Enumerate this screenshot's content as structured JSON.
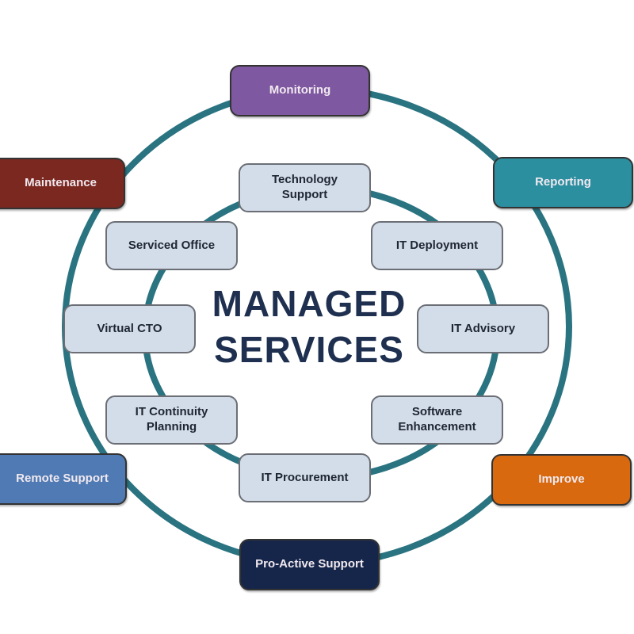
{
  "title": {
    "line1": "MANAGED",
    "line2": "SERVICES"
  },
  "colors": {
    "ring": "#2a7380",
    "inner_box": "#d3dce9"
  },
  "outer_items": [
    {
      "label": "Monitoring",
      "color": "#7e58a0"
    },
    {
      "label": "Reporting",
      "color": "#2c8fa0"
    },
    {
      "label": "Improve",
      "color": "#d8690f"
    },
    {
      "label": "Pro-Active Support",
      "color": "#16264a"
    },
    {
      "label": "Remote Support",
      "color": "#4f7ab3"
    },
    {
      "label": "Maintenance",
      "color": "#7a2820"
    }
  ],
  "inner_items": [
    {
      "label": "Technology Support"
    },
    {
      "label": "IT Deployment"
    },
    {
      "label": "IT Advisory"
    },
    {
      "label": "Software Enhancement"
    },
    {
      "label": "IT Procurement"
    },
    {
      "label": "IT Continuity Planning"
    },
    {
      "label": "Virtual CTO"
    },
    {
      "label": "Serviced Office"
    }
  ]
}
